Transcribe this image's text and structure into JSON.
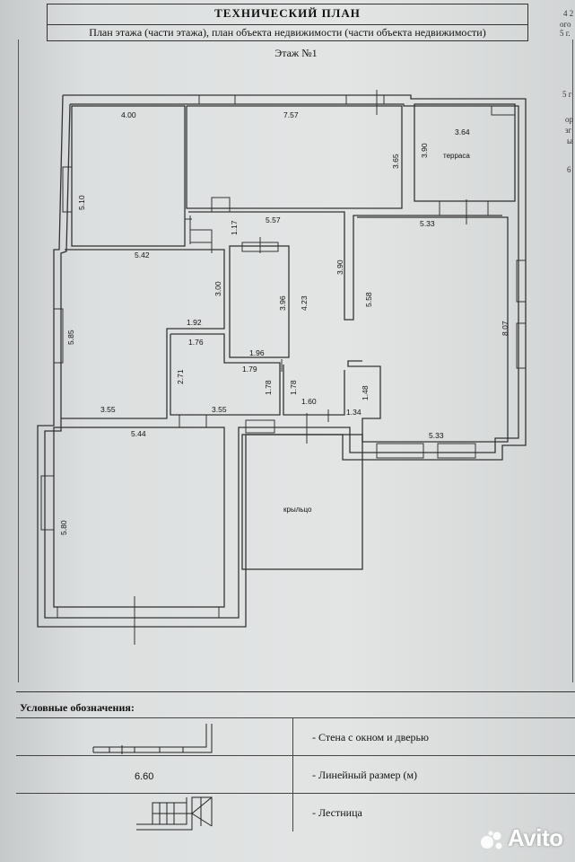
{
  "header": {
    "title": "ТЕХНИЧЕСКИЙ ПЛАН",
    "subtitle": "План этажа (части этажа), план объекта недвижимости (части объекта недвижимости)"
  },
  "floor_label": "Этаж №1",
  "rooms": {
    "terrace": "терраса",
    "porch": "крыльцо"
  },
  "dimensions": {
    "d_4_00": "4.00",
    "d_7_57": "7.57",
    "d_3_64": "3.64",
    "d_5_10": "5.10",
    "d_3_65": "3.65",
    "d_3_90a": "3.90",
    "d_5_57": "5.57",
    "d_1_17": "1.17",
    "d_5_33a": "5.33",
    "d_5_42": "5.42",
    "d_3_00": "3.00",
    "d_3_96": "3.96",
    "d_4_23": "4.23",
    "d_3_90b": "3.90",
    "d_5_58": "5.58",
    "d_8_07": "8.07",
    "d_5_85": "5.85",
    "d_1_92": "1.92",
    "d_1_76": "1.76",
    "d_1_96": "1.96",
    "d_2_71": "2.71",
    "d_1_79": "1.79",
    "d_1_78a": "1.78",
    "d_1_78b": "1.78",
    "d_1_48": "1.48",
    "d_1_60": "1.60",
    "d_1_34": "1.34",
    "d_3_55a": "3.55",
    "d_3_55b": "3.55",
    "d_5_33b": "5.33",
    "d_5_44": "5.44",
    "d_5_80": "5.80"
  },
  "legend": {
    "title": "Условные обозначения:",
    "items": [
      {
        "desc": "- Стена с окном и дверью"
      },
      {
        "desc": "- Линейный размер (м)",
        "sample": "6.60"
      },
      {
        "desc": "- Лестница"
      }
    ]
  },
  "edge_text": [
    "4 2",
    "ого",
    "5 г.",
    "5 г",
    "ор",
    "зг",
    "ы",
    "6"
  ],
  "watermark": "Avito"
}
